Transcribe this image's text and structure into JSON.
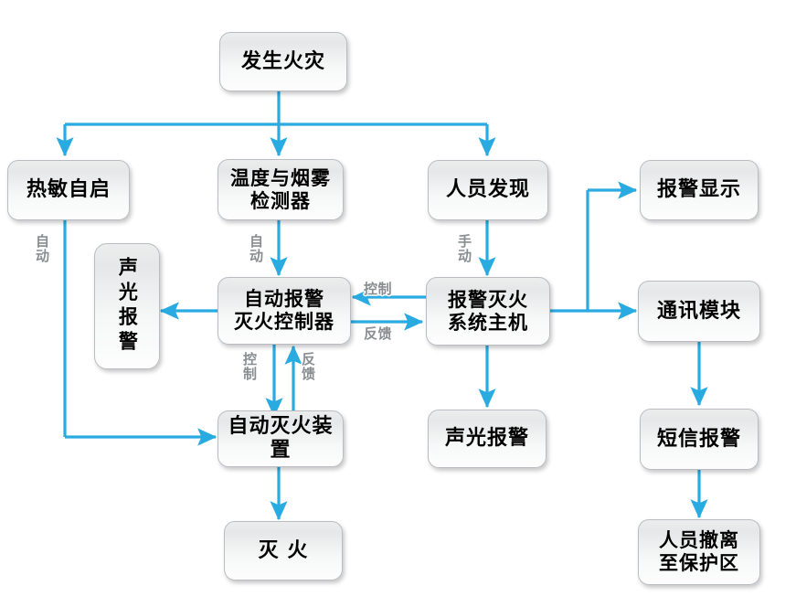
{
  "diagram": {
    "title": "发生火灾",
    "line_color": "#29abe2",
    "label_color": "#8a8d90",
    "node_fill": "#f2f3f3",
    "node_border": "#b9bcc0",
    "nodes": [
      {
        "id": "fire",
        "label": "发生火灾",
        "lines": [
          "发生火灾"
        ]
      },
      {
        "id": "thermal",
        "label": "热敏自启",
        "lines": [
          "热敏自启"
        ]
      },
      {
        "id": "detector",
        "label": "温度与烟雾检测器",
        "lines": [
          "温度与烟雾",
          "检测器"
        ]
      },
      {
        "id": "person",
        "label": "人员发现",
        "lines": [
          "人员发现"
        ]
      },
      {
        "id": "display",
        "label": "报警显示",
        "lines": [
          "报警显示"
        ]
      },
      {
        "id": "soundlight1",
        "label": "声光报警",
        "lines": [
          "声光报警"
        ]
      },
      {
        "id": "controller",
        "label": "自动报警灭火控制器",
        "lines": [
          "自动报警",
          "灭火控制器"
        ]
      },
      {
        "id": "host",
        "label": "报警灭火系统主机",
        "lines": [
          "报警灭火",
          "系统主机"
        ]
      },
      {
        "id": "comm",
        "label": "通讯模块",
        "lines": [
          "通讯模块"
        ]
      },
      {
        "id": "extinguish",
        "label": "自动灭火装置",
        "lines": [
          "自动灭火装置"
        ]
      },
      {
        "id": "soundlight2",
        "label": "声光报警",
        "lines": [
          "声光报警"
        ]
      },
      {
        "id": "sms",
        "label": "短信报警",
        "lines": [
          "短信报警"
        ]
      },
      {
        "id": "putout",
        "label": "灭 火",
        "lines": [
          "灭 火"
        ]
      },
      {
        "id": "evacuate",
        "label": "人员撤离至保护区",
        "lines": [
          "人员撤离",
          "至保护区"
        ]
      }
    ],
    "edge_labels": [
      {
        "id": "auto-thermal",
        "text": "自动"
      },
      {
        "id": "auto-detector",
        "text": "自动"
      },
      {
        "id": "manual-person",
        "text": "手动"
      },
      {
        "id": "control-host",
        "text": "控制"
      },
      {
        "id": "feedback-host",
        "text": "反馈"
      },
      {
        "id": "control-device",
        "text": "控制"
      },
      {
        "id": "feedback-device",
        "text": "反馈"
      }
    ]
  }
}
